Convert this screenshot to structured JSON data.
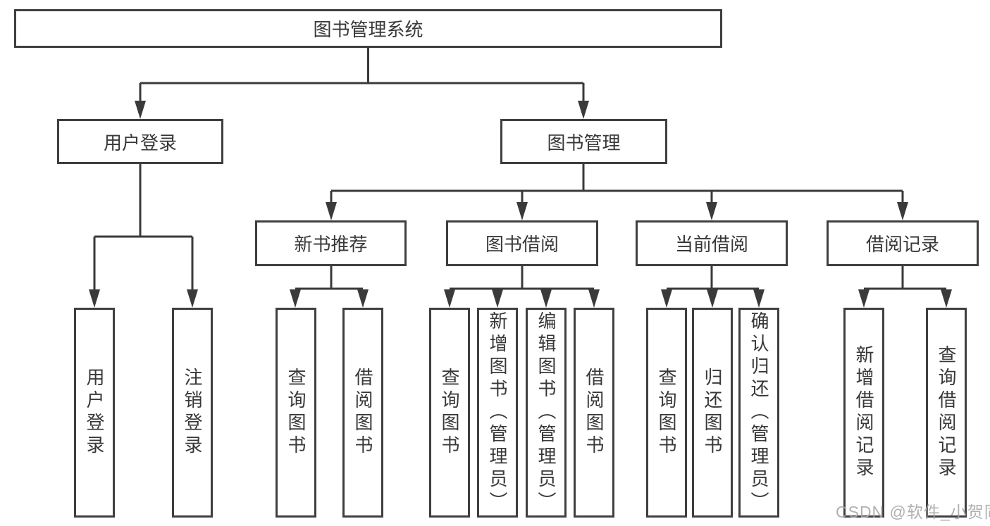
{
  "tree": {
    "root": {
      "label": "图书管理系统",
      "children": [
        {
          "label": "用户登录",
          "children": [
            {
              "label": "用户登录"
            },
            {
              "label": "注销登录"
            }
          ]
        },
        {
          "label": "图书管理",
          "children": [
            {
              "label": "新书推荐",
              "children": [
                {
                  "label": "查询图书"
                },
                {
                  "label": "借阅图书"
                }
              ]
            },
            {
              "label": "图书借阅",
              "children": [
                {
                  "label": "查询图书"
                },
                {
                  "label": "新增图书（管理员）"
                },
                {
                  "label": "编辑图书（管理员）"
                },
                {
                  "label": "借阅图书"
                }
              ]
            },
            {
              "label": "当前借阅",
              "children": [
                {
                  "label": "查询图书"
                },
                {
                  "label": "归还图书"
                },
                {
                  "label": "确认归还（管理员）"
                }
              ]
            },
            {
              "label": "借阅记录",
              "children": [
                {
                  "label": "新增借阅记录"
                },
                {
                  "label": "查询借阅记录"
                }
              ]
            }
          ]
        }
      ]
    }
  },
  "watermark": "CSDN @软件_小贺同学",
  "colors": {
    "line": "#3a3a3a",
    "box_border": "#3f3f3f",
    "text": "#383838",
    "background": "#ffffff",
    "watermark": "#a5a5a5"
  }
}
